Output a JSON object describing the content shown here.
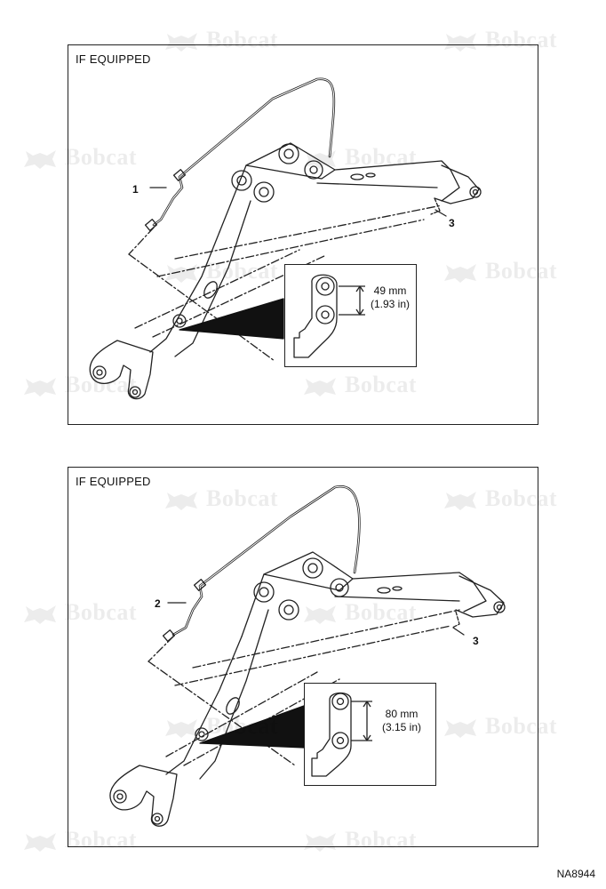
{
  "panels": [
    {
      "title": "IF EQUIPPED",
      "callouts": {
        "hose": "1",
        "arm_end": "3"
      },
      "dimension": {
        "metric": "49 mm",
        "imperial": "(1.93 in)"
      }
    },
    {
      "title": "IF EQUIPPED",
      "callouts": {
        "hose": "2",
        "arm_end": "3"
      },
      "dimension": {
        "metric": "80 mm",
        "imperial": "(3.15 in)"
      }
    }
  ],
  "watermark_text": "Bobcat",
  "figure_id": "NA8944"
}
